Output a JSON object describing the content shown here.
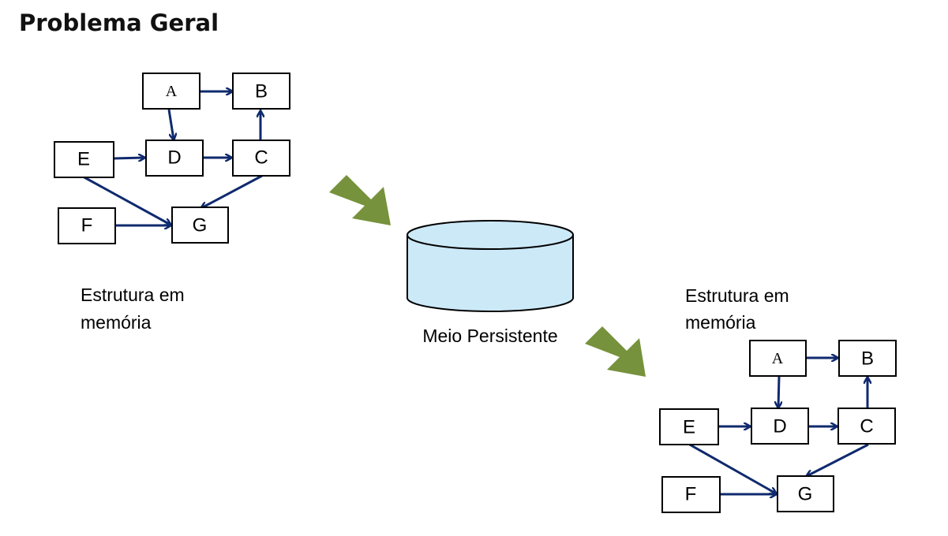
{
  "title": "Problema Geral",
  "colors": {
    "edge": "#0f2a6e",
    "transfer_arrow": "#76923c",
    "cylinder_fill": "#cce9f8",
    "box_stroke": "#000000"
  },
  "left_graph": {
    "caption_line1": "Estrutura em",
    "caption_line2": "memória",
    "nodes": {
      "A": "A",
      "B": "B",
      "C": "C",
      "D": "D",
      "E": "E",
      "F": "F",
      "G": "G"
    }
  },
  "storage": {
    "label": "Meio Persistente"
  },
  "right_graph": {
    "caption_line1": "Estrutura em",
    "caption_line2": "memória",
    "nodes": {
      "A": "A",
      "B": "B",
      "C": "C",
      "D": "D",
      "E": "E",
      "F": "F",
      "G": "G"
    }
  },
  "edges": [
    [
      "A",
      "B"
    ],
    [
      "A",
      "D"
    ],
    [
      "E",
      "D"
    ],
    [
      "D",
      "C"
    ],
    [
      "C",
      "B"
    ],
    [
      "E",
      "G"
    ],
    [
      "C",
      "G"
    ],
    [
      "F",
      "G"
    ]
  ]
}
